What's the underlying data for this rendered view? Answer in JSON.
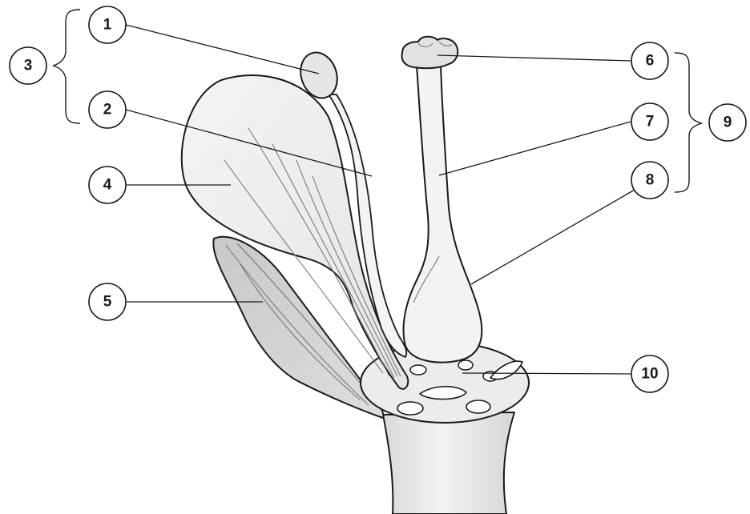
{
  "labels": {
    "l1": "1",
    "l2": "2",
    "l3": "3",
    "l4": "4",
    "l5": "5",
    "l6": "6",
    "l7": "7",
    "l8": "8",
    "l9": "9",
    "l10": "10"
  },
  "colors": {
    "petal_fill": "#f1f1f1",
    "sepal_fill": "#d2d2d2",
    "stalk_fill": "#e9e9e9",
    "receptacle_fill": "#ececec",
    "outline": "#1a1a1a"
  }
}
